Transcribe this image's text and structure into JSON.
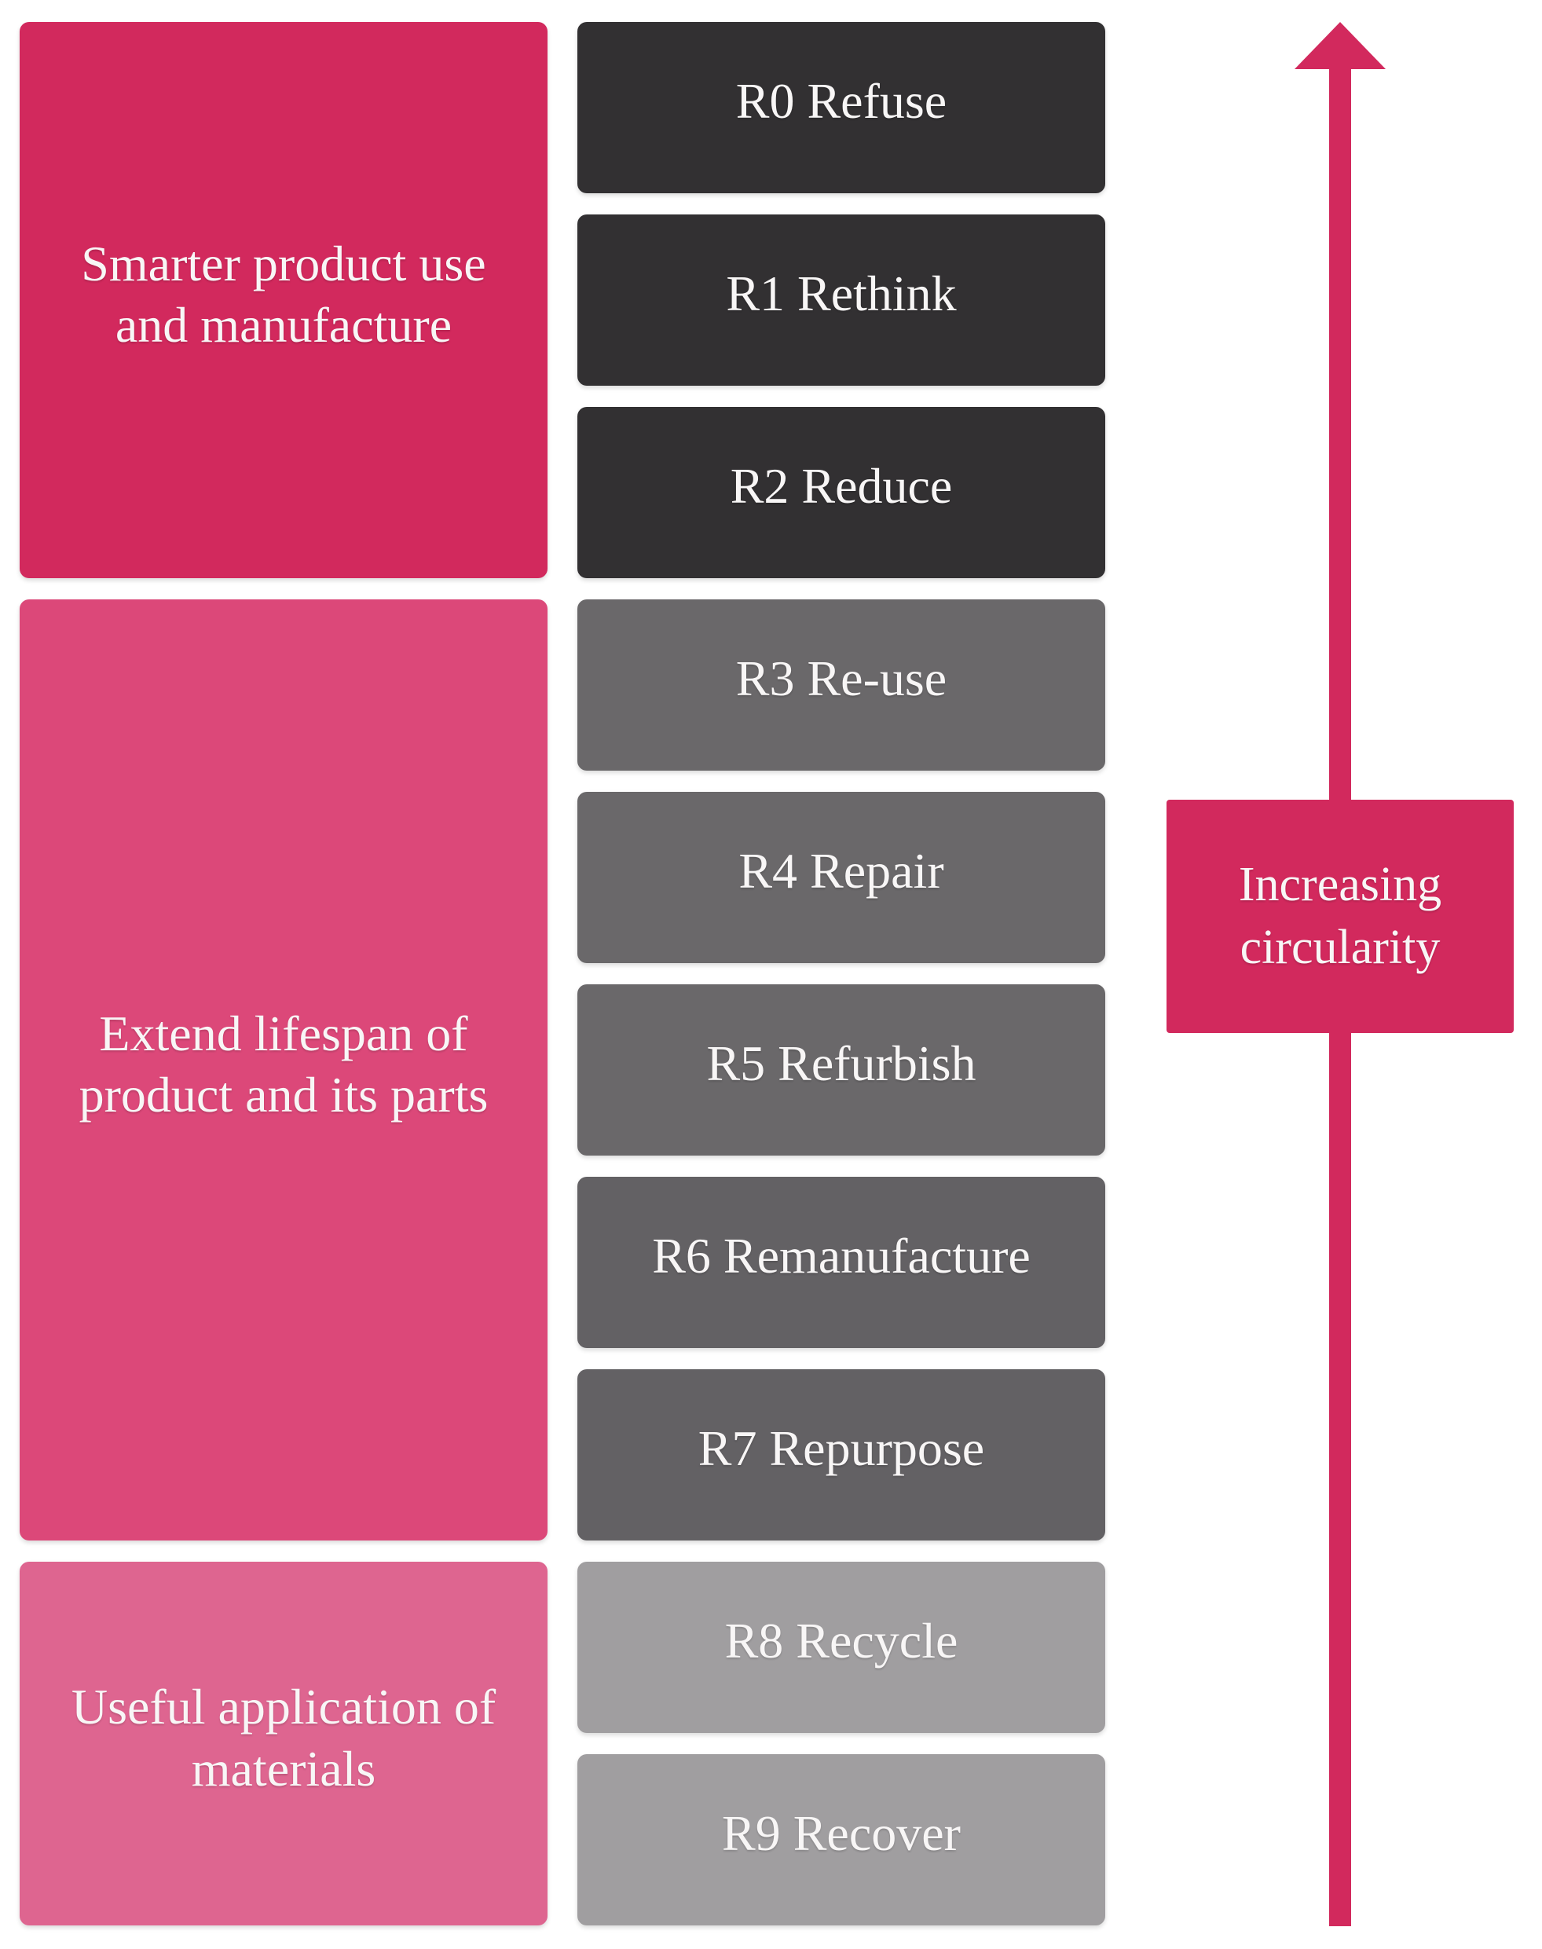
{
  "palette": {
    "deep_pink": "#D2295D",
    "medium_pink": "#DC4879",
    "light_pink": "#DE6590",
    "dark_gray": "#323032",
    "mid_gray": "#6A686A",
    "mid_dark_gray": "#636164",
    "light_gray": "#A09EA0",
    "label_text": "#F8F6F6",
    "background": "#FFFFFF"
  },
  "categories": [
    {
      "line1": "Smarter product use",
      "line2": "and manufacture",
      "color": "deep_pink",
      "covers_steps": "R0-R2"
    },
    {
      "line1": "Extend lifespan of",
      "line2": "product and its parts",
      "color": "medium_pink",
      "covers_steps": "R3-R7"
    },
    {
      "line1": "Useful application of",
      "line2": "materials",
      "color": "light_pink",
      "covers_steps": "R8-R9"
    }
  ],
  "steps": [
    {
      "label": "R0 Refuse",
      "tone": "dark_gray"
    },
    {
      "label": "R1 Rethink",
      "tone": "dark_gray"
    },
    {
      "label": "R2 Reduce",
      "tone": "dark_gray"
    },
    {
      "label": "R3 Re-use",
      "tone": "mid_gray"
    },
    {
      "label": "R4 Repair",
      "tone": "mid_gray"
    },
    {
      "label": "R5 Refurbish",
      "tone": "mid_gray"
    },
    {
      "label": "R6 Remanufacture",
      "tone": "mid_dark_gray"
    },
    {
      "label": "R7 Repurpose",
      "tone": "mid_dark_gray"
    },
    {
      "label": "R8 Recycle",
      "tone": "light_gray"
    },
    {
      "label": "R9 Recover",
      "tone": "light_gray"
    }
  ],
  "annotation": {
    "line1": "Increasing",
    "line2": "circularity",
    "color": "deep_pink",
    "direction": "up"
  }
}
